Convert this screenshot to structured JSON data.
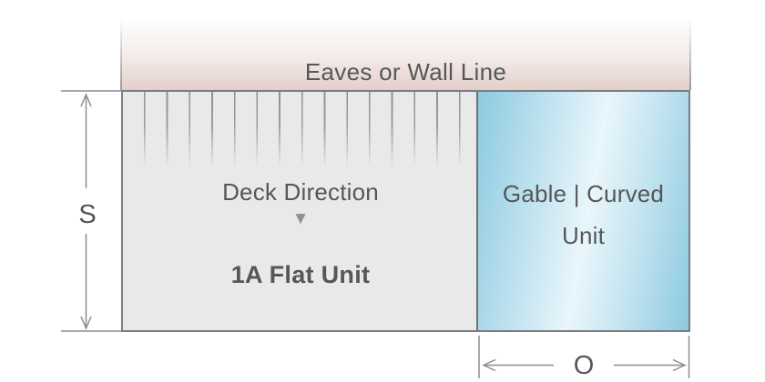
{
  "diagram": {
    "eaves_label": "Eaves or Wall Line",
    "deck": {
      "direction_label": "Deck Direction",
      "arrow_icon": "▼",
      "unit_label": "1A Flat Unit"
    },
    "gable": {
      "line1": "Gable | Curved",
      "line2": "Unit"
    },
    "dimensions": {
      "side_label": "S",
      "overhang_label": "O"
    },
    "colors": {
      "eaves_pink": "#e3cfc9",
      "deck_gray": "#e9e9e9",
      "hatch_gray": "#8d9094",
      "gable_blue_edge": "#8ccae0",
      "gable_blue_light": "#e9f6fb",
      "border_gray": "#7b7e84",
      "line_gray": "#8b8e92",
      "text_gray": "#55575a"
    }
  }
}
